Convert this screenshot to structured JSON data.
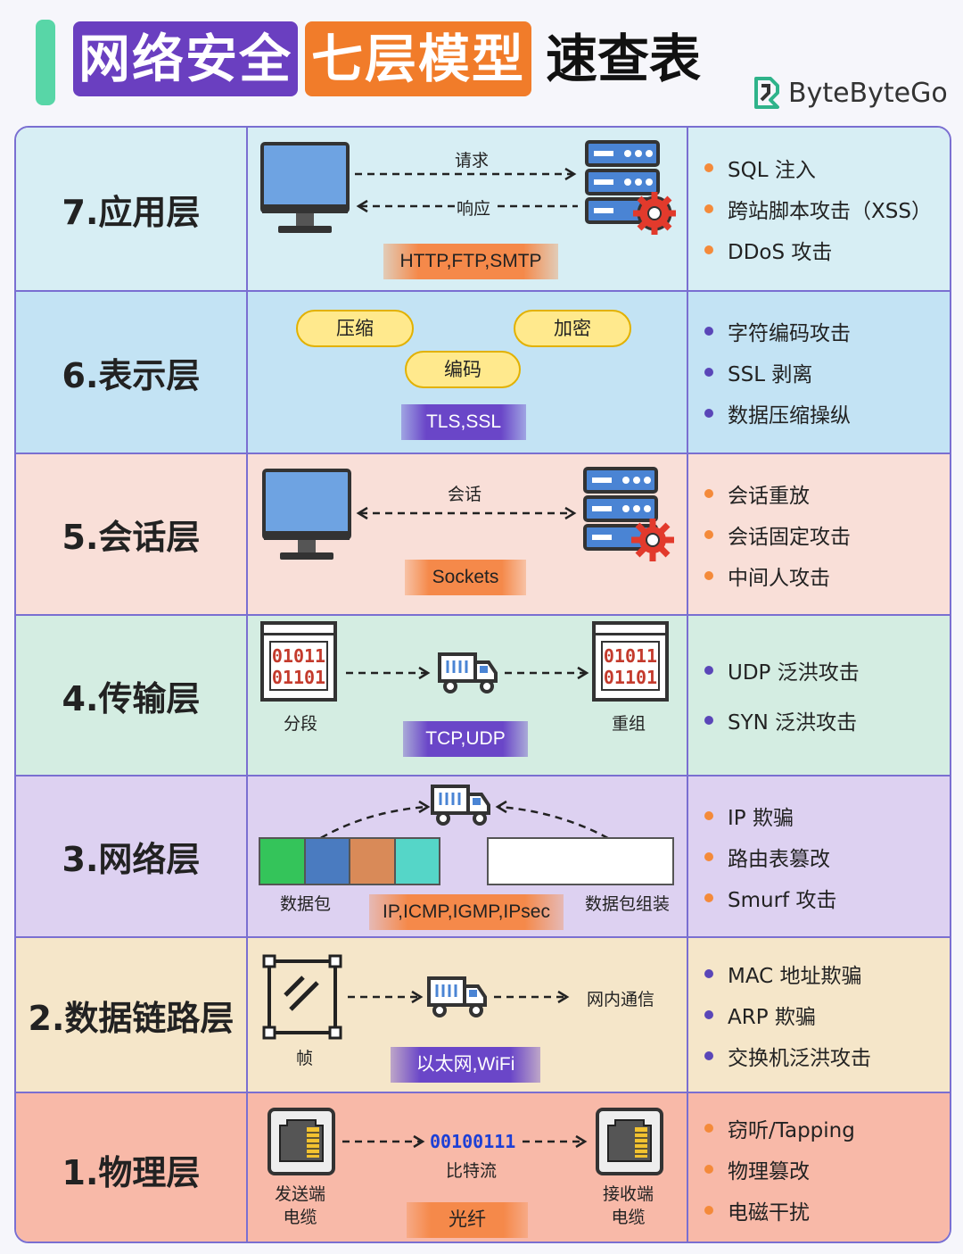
{
  "header": {
    "title_part1": "网络安全",
    "title_part2": "七层模型",
    "title_part3": "速查表",
    "brand": "ByteByteGo"
  },
  "colors": {
    "accent_green": "#58d6a7",
    "title_purple": "#6a3fc0",
    "title_orange": "#f17c2a",
    "border": "#7a6fd1",
    "row7": "#d7eef4",
    "row6": "#c3e3f4",
    "row5": "#f9dfd8",
    "row4": "#d4ede2",
    "row3": "#ddd1f1",
    "row2": "#f5e6c9",
    "row1": "#f8b9a8"
  },
  "layers": [
    {
      "name": "7.应用层",
      "labels": {
        "request": "请求",
        "response": "响应"
      },
      "protocol": "HTTP,FTP,SMTP",
      "threats": [
        "SQL 注入",
        "跨站脚本攻击（XSS）",
        "DDoS 攻击"
      ]
    },
    {
      "name": "6.表示层",
      "pills": [
        "压缩",
        "加密",
        "编码"
      ],
      "protocol": "TLS,SSL",
      "threats": [
        "字符编码攻击",
        "SSL 剥离",
        "数据压缩操纵"
      ]
    },
    {
      "name": "5.会话层",
      "labels": {
        "session": "会话"
      },
      "protocol": "Sockets",
      "threats": [
        "会话重放",
        "会话固定攻击",
        "中间人攻击"
      ]
    },
    {
      "name": "4.传输层",
      "labels": {
        "segment": "分段",
        "reassemble": "重组",
        "binary_line1": "01011",
        "binary_line2": "01101"
      },
      "protocol": "TCP,UDP",
      "threats": [
        "UDP 泛洪攻击",
        "SYN 泛洪攻击"
      ]
    },
    {
      "name": "3.网络层",
      "labels": {
        "packet": "数据包",
        "packet_assembly": "数据包组装"
      },
      "protocol": "IP,ICMP,IGMP,IPsec",
      "threats": [
        "IP 欺骗",
        "路由表篡改",
        "Smurf 攻击"
      ]
    },
    {
      "name": "2.数据链路层",
      "labels": {
        "frame": "帧",
        "lan_comm": "网内通信"
      },
      "protocol": "以太网,WiFi",
      "threats": [
        "MAC 地址欺骗",
        "ARP 欺骗",
        "交换机泛洪攻击"
      ]
    },
    {
      "name": "1.物理层",
      "labels": {
        "bits": "00100111",
        "bitstream": "比特流",
        "sender_line1": "发送端",
        "sender_line2": "电缆",
        "receiver_line1": "接收端",
        "receiver_line2": "电缆"
      },
      "protocol": "光纤",
      "threats": [
        "窃听/Tapping",
        "物理篡改",
        "电磁干扰"
      ]
    }
  ]
}
